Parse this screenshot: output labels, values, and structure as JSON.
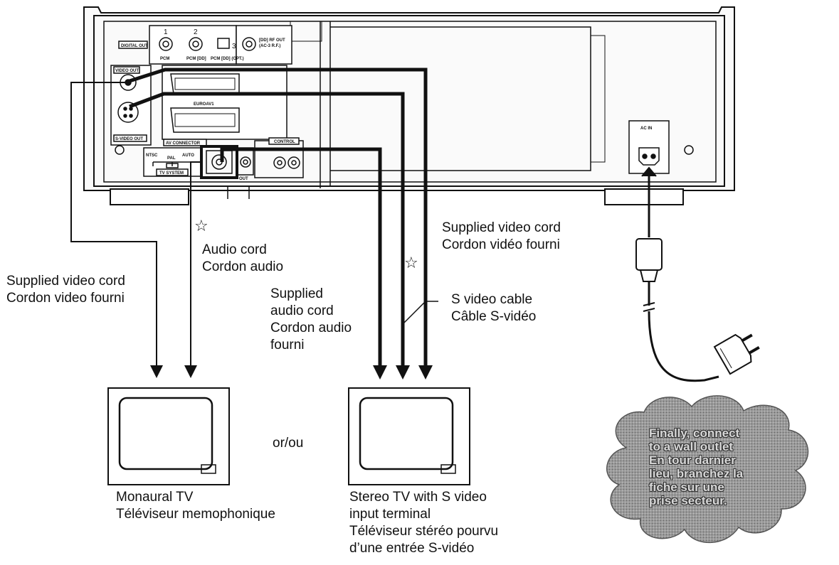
{
  "device": {
    "digital_out": "DIGITAL OUT",
    "pcm": "PCM",
    "pcm_dd": "PCM [DD]",
    "pcm_dd_opt": "PCM [DD] (OPT.)",
    "rf_out": "[DD] RF OUT",
    "rf_out_sub": "(AC-3 R.F.)",
    "video_out": "VIDEO OUT",
    "s_video_out": "S-VIDEO OUT",
    "euro_av1": "EUROAV1",
    "av_connector": "AV CONNECTOR",
    "control": "CONTROL",
    "ntsc": "NTSC",
    "pal": "PAL",
    "auto": "AUTO",
    "tv_system": "TV SYSTEM",
    "out": "OUT",
    "ac_in": "AC IN",
    "jack1": "1",
    "jack2": "2",
    "jack3": "3"
  },
  "labels": {
    "left_video_en": "Supplied video cord",
    "left_video_fr": "Cordon video fourni",
    "audio_en": "Audio cord",
    "audio_fr": "Cordon audio",
    "sup_audio_1": "Supplied",
    "sup_audio_2": "audio cord",
    "sup_audio_3": "Cordon audio",
    "sup_audio_4": "fourni",
    "s_video_en": "S video cable",
    "s_video_fr": "Câble S-vidéo",
    "right_video_en": "Supplied video cord",
    "right_video_fr": "Cordon vidéo fourni",
    "or": "or/ou",
    "mono_en": "Monaural TV",
    "mono_fr": "Téléviseur memophonique",
    "stereo_1": "Stereo TV with S video",
    "stereo_2": "input terminal",
    "stereo_3": "Téléviseur stéréo pourvu",
    "stereo_4": "d’une entrée S-vidéo",
    "star": "☆"
  },
  "cloud": {
    "line1": "Finally, connect",
    "line2": "to a wall outlet",
    "line3": "En tour darnier",
    "line4": "lieu, branchez la",
    "line5": "fiche sur une",
    "line6": "prise secteur."
  },
  "colors": {
    "ink": "#111111",
    "panel": "#f2f2f2",
    "cloud": "#8a8a8a"
  }
}
